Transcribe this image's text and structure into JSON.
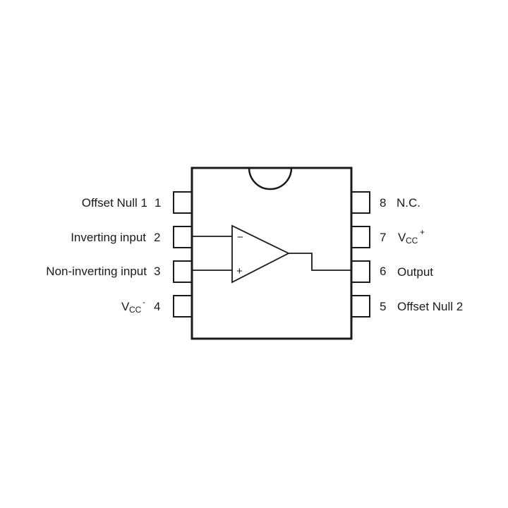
{
  "pins_left": [
    {
      "number": "1",
      "label": "Offset Null 1"
    },
    {
      "number": "2",
      "label": "Inverting input"
    },
    {
      "number": "3",
      "label": "Non-inverting input"
    },
    {
      "number": "4",
      "label": "V",
      "sub": "CC",
      "sup": "-"
    }
  ],
  "pins_right": [
    {
      "number": "8",
      "label": "N.C."
    },
    {
      "number": "7",
      "label": "V",
      "sub": "CC",
      "sup": "+"
    },
    {
      "number": "6",
      "label": "Output"
    },
    {
      "number": "5",
      "label": "Offset Null 2"
    }
  ],
  "opamp": {
    "minus": "−",
    "plus": "+"
  }
}
